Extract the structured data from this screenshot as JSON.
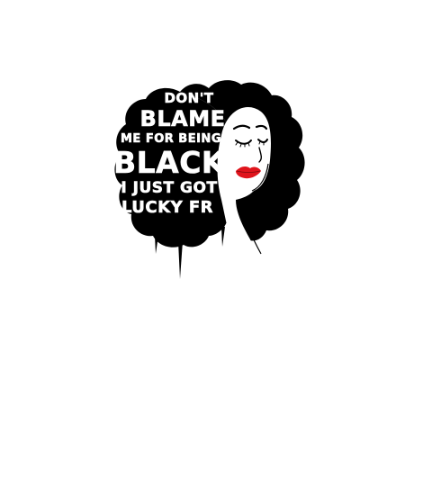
{
  "artwork": {
    "quote_lines": [
      "DON'T",
      "BLAME",
      "ME FOR BEING",
      "BLACK",
      "I JUST GOT",
      "LUCKY FR"
    ],
    "colors": {
      "background": "#ffffff",
      "hair": "#000000",
      "lips": "#e0141c",
      "text": "#ffffff"
    }
  }
}
